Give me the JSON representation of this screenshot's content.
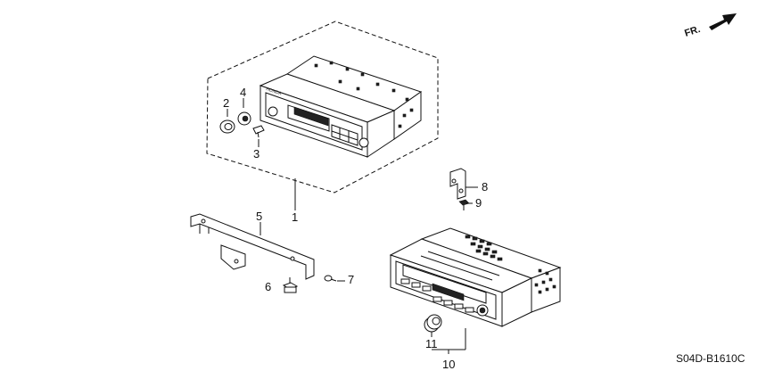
{
  "diagram": {
    "code": "S04D-B1610C",
    "direction_label": "FR.",
    "callouts": {
      "c1": "1",
      "c2": "2",
      "c3": "3",
      "c4": "4",
      "c5": "5",
      "c6": "6",
      "c7": "7",
      "c8": "8",
      "c9": "9",
      "c10": "10",
      "c11": "11"
    },
    "radio_brand": "HONDA"
  }
}
